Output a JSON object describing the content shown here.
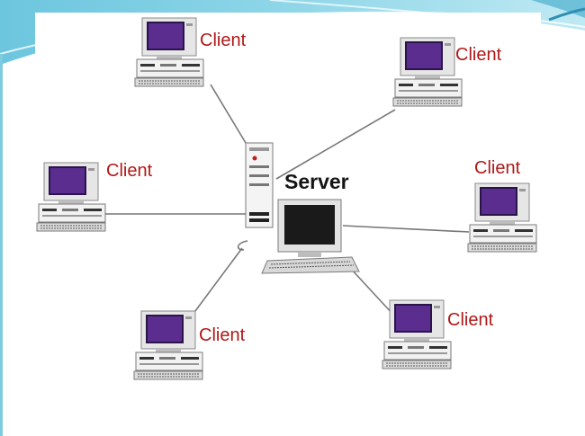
{
  "diagram": {
    "server": {
      "label": "Server"
    },
    "clients": [
      {
        "label": "Client"
      },
      {
        "label": "Client"
      },
      {
        "label": "Client"
      },
      {
        "label": "Client"
      },
      {
        "label": "Client"
      },
      {
        "label": "Client"
      }
    ]
  },
  "colors": {
    "client_label": "#b01818",
    "server_label": "#151515",
    "screen": "#5a2d8f",
    "link_line": "#777777",
    "slide_accent": "#58bcd8"
  }
}
